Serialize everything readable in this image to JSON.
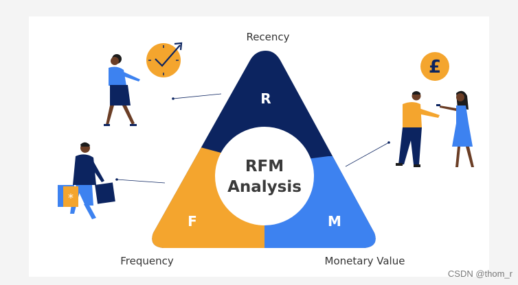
{
  "diagram": {
    "center": {
      "line1": "RFM",
      "line2": "Analysis"
    },
    "segments": {
      "r": {
        "letter": "R",
        "label": "Recency",
        "color": "#0c2460"
      },
      "f": {
        "letter": "F",
        "label": "Frequency",
        "color": "#f4a52e"
      },
      "m": {
        "letter": "M",
        "label": "Monetary Value",
        "color": "#3d82f0"
      }
    },
    "currency_symbol": "£"
  },
  "watermark": "CSDN @thom_r"
}
